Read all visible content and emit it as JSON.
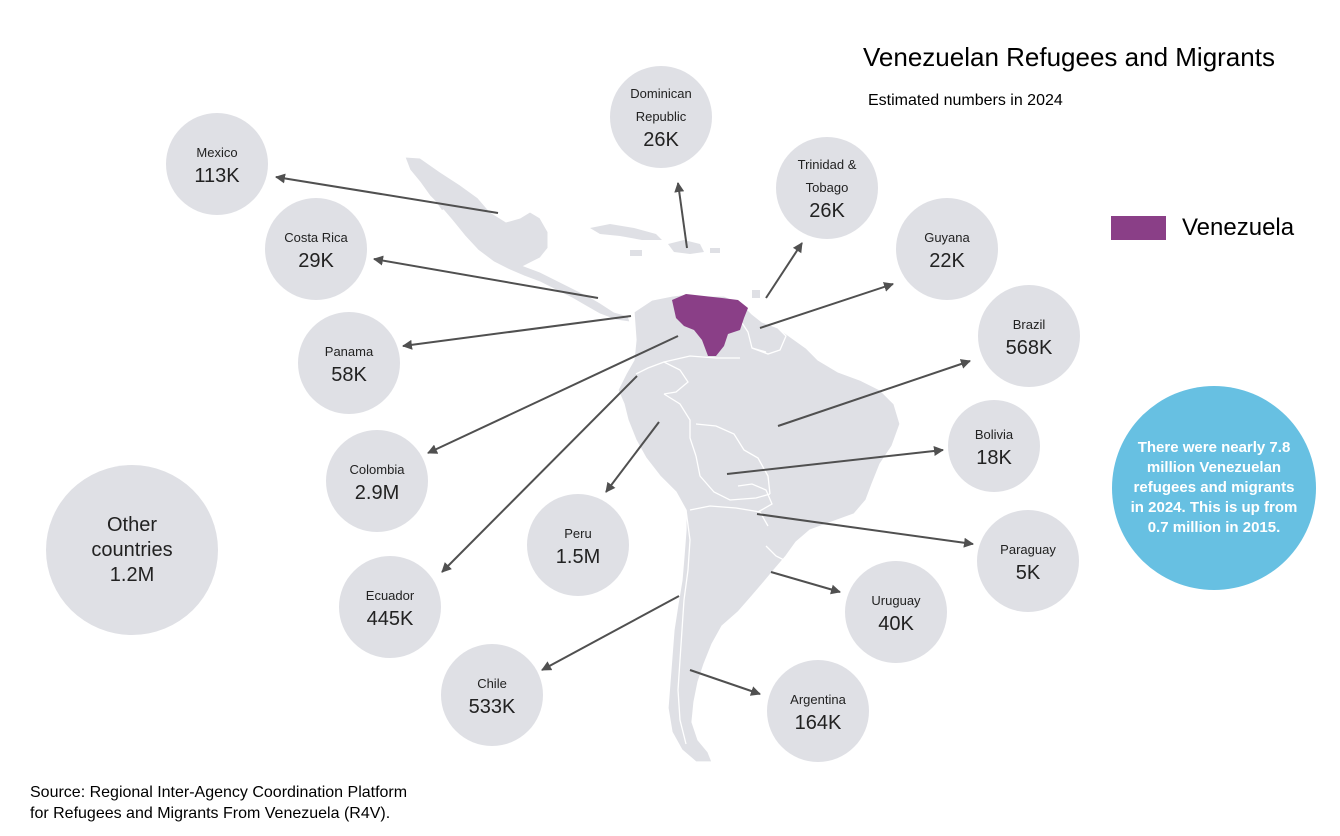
{
  "title": "Venezuelan Refugees and Migrants",
  "subtitle": "Estimated numbers in 2024",
  "legend": {
    "label": "Venezuela",
    "color": "#8a3f87"
  },
  "colors": {
    "land": "#dfe0e5",
    "bubble": "#dfe0e5",
    "arrow": "#505050",
    "note": "#67c0e2"
  },
  "countries": [
    {
      "key": "mexico",
      "name": "Mexico",
      "value": "113K"
    },
    {
      "key": "dominican-republic",
      "name": "Dominican Republic",
      "value": "26K"
    },
    {
      "key": "trinidad-tobago",
      "name": "Trinidad & Tobago",
      "value": "26K"
    },
    {
      "key": "costa-rica",
      "name": "Costa Rica",
      "value": "29K"
    },
    {
      "key": "guyana",
      "name": "Guyana",
      "value": "22K"
    },
    {
      "key": "panama",
      "name": "Panama",
      "value": "58K"
    },
    {
      "key": "brazil",
      "name": "Brazil",
      "value": "568K"
    },
    {
      "key": "colombia",
      "name": "Colombia",
      "value": "2.9M"
    },
    {
      "key": "bolivia",
      "name": "Bolivia",
      "value": "18K"
    },
    {
      "key": "peru",
      "name": "Peru",
      "value": "1.5M"
    },
    {
      "key": "ecuador",
      "name": "Ecuador",
      "value": "445K"
    },
    {
      "key": "paraguay",
      "name": "Paraguay",
      "value": "5K"
    },
    {
      "key": "uruguay",
      "name": "Uruguay",
      "value": "40K"
    },
    {
      "key": "chile",
      "name": "Chile",
      "value": "533K"
    },
    {
      "key": "argentina",
      "name": "Argentina",
      "value": "164K"
    },
    {
      "key": "other",
      "name": "Other countries",
      "value": "1.2M"
    }
  ],
  "note": "There were nearly 7.8 million Venezuelan refugees and migrants in 2024. This is up from 0.7 million in 2015.",
  "source": {
    "line1": "Source:  Regional Inter-Agency Coordination Platform",
    "line2": "for Refugees and Migrants From Venezuela (R4V)."
  }
}
